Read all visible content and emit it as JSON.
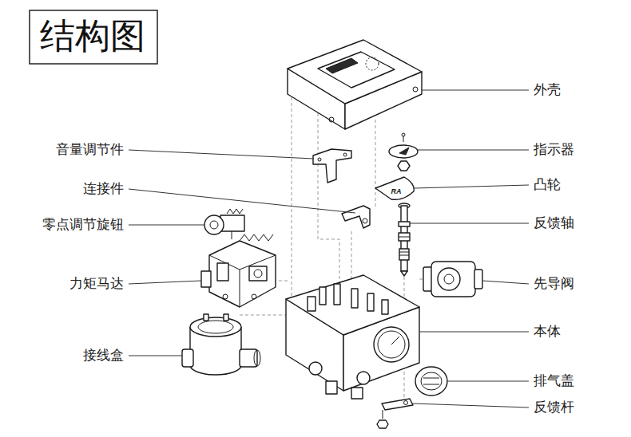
{
  "diagram": {
    "title": "结构图",
    "labels": [
      "外壳",
      "音量调节件",
      "指示器",
      "连接件",
      "凸轮",
      "零点调节旋钮",
      "反馈轴",
      "力矩马达",
      "先导阀",
      "本体",
      "接线盒",
      "排气盖",
      "反馈杆",
      "RA"
    ]
  }
}
